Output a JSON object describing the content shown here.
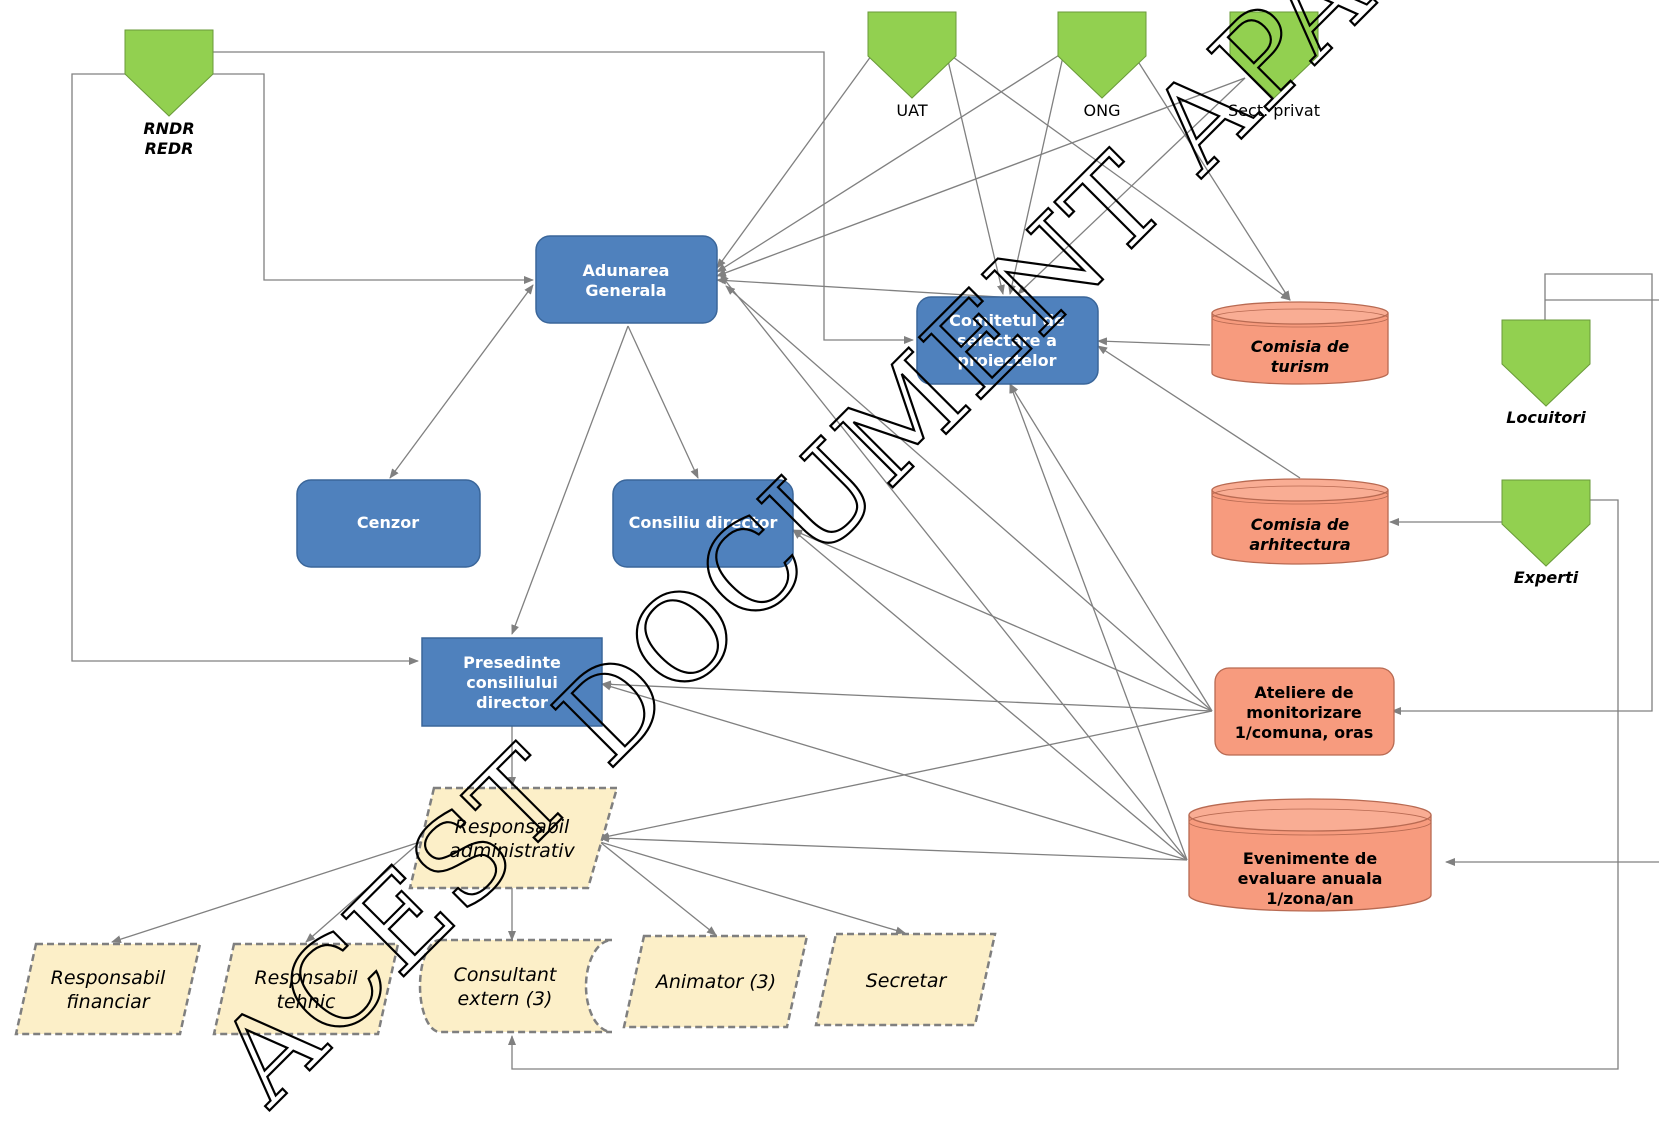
{
  "nodes": {
    "rndr": "RNDR",
    "redr": "REDR",
    "uat": "UAT",
    "ong": "ONG",
    "sect_privat": "Sect. privat",
    "locuitori": "Locuitori",
    "experti": "Experti",
    "adunarea_line1": "Adunarea",
    "adunarea_line2": "Generala",
    "comitetul_line1": "Comitetul de",
    "comitetul_line2": "selectare a",
    "comitetul_line3": "proiectelor",
    "cenzor": "Cenzor",
    "consiliu_director": "Consiliu director",
    "presedinte_line1": "Presedinte",
    "presedinte_line2": "consiliului",
    "presedinte_line3": "director",
    "comisia_turism_line1": "Comisia de",
    "comisia_turism_line2": "turism",
    "comisia_arh_line1": "Comisia de",
    "comisia_arh_line2": "arhitectura",
    "ateliere_line1": "Ateliere de",
    "ateliere_line2": "monitorizare",
    "ateliere_line3": "1/comuna, oras",
    "evenimente_line1": "Evenimente de",
    "evenimente_line2": "evaluare anuala",
    "evenimente_line3": "1/zona/an",
    "resp_admin_line1": "Responsabil",
    "resp_admin_line2": "administrativ",
    "resp_fin_line1": "Responsabil",
    "resp_fin_line2": "financiar",
    "resp_teh_line1": "Respnsabil",
    "resp_teh_line2": "tehnic",
    "consultant_line1": "Consultant",
    "consultant_line2": "extern (3)",
    "animator": "Animator (3)",
    "secretar": "Secretar"
  },
  "watermark": "ACEST DOCUMENT APARTINE ASOCIATIEI",
  "colors": {
    "blue_box": "#4f81bd",
    "green_marker": "#92d050",
    "salmon_box": "#f79b7e",
    "cream_box": "#fcefc8",
    "connector": "#808080"
  }
}
